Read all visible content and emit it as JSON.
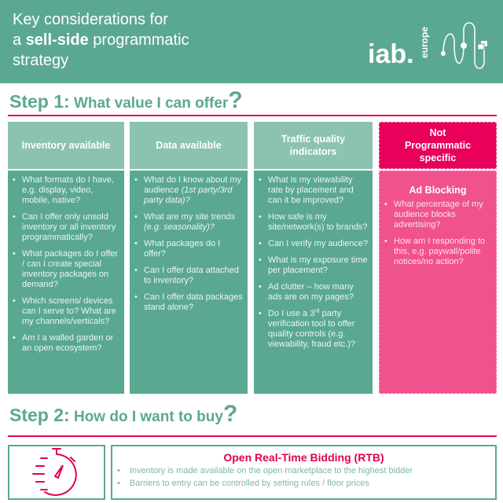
{
  "header": {
    "title_line1": "Key considerations for",
    "title_a": "a ",
    "title_bold": "sell-side",
    "title_rest": " programmatic",
    "title_line3": "strategy",
    "logo_text": "iab.",
    "logo_sub": "europe"
  },
  "step1": {
    "label": "Step 1:",
    "text": " What value I can offer",
    "q": "?"
  },
  "columns": [
    {
      "title": "Inventory available",
      "items": [
        [
          {
            "t": "What formats do I have, e.g. display, video, mobile, native?"
          }
        ],
        [
          {
            "t": "Can I offer only unsold inventory or all inventory programmatically?"
          }
        ],
        [
          {
            "t": "What packages do I offer / can I create special inventory packages on demand?"
          }
        ],
        [
          {
            "t": "Which screens/ devices can I serve to? What are my channels/verticals?"
          }
        ],
        [
          {
            "t": "Am I a walled garden or an open ecosystem?"
          }
        ]
      ]
    },
    {
      "title": "Data available",
      "items": [
        [
          {
            "t": "What do I know about my audience "
          },
          {
            "t": "(1st party/3rd party data)?",
            "em": true
          }
        ],
        [
          {
            "t": "What are my site trends "
          },
          {
            "t": "(e.g. seasonality)?",
            "em": true
          }
        ],
        [
          {
            "t": "What packages do I offer?"
          }
        ],
        [
          {
            "t": "Can I offer data attached to inventory?"
          }
        ],
        [
          {
            "t": "Can I offer data packages stand alone?"
          }
        ]
      ]
    },
    {
      "title": "Traffic quality indicators",
      "items": [
        [
          {
            "t": "What is my viewability rate by placement and can it be improved?"
          }
        ],
        [
          {
            "t": "How safe is my site/network(s) to brands?"
          }
        ],
        [
          {
            "t": "Can I verify my audience?"
          }
        ],
        [
          {
            "t": "What is my exposure time per placement?"
          }
        ],
        [
          {
            "t": "Ad clutter – how many ads are on my pages?"
          }
        ],
        [
          {
            "t": "Do I use a 3"
          },
          {
            "t": "rd",
            "sup": true
          },
          {
            "t": " party verification tool to offer quality controls (e.g. viewability, fraud etc.)?"
          }
        ]
      ]
    },
    {
      "title": "Not Programmatic specific",
      "subtitle": "Ad Blocking",
      "items": [
        [
          {
            "t": "What percentage of my audience blocks advertising?"
          }
        ],
        [
          {
            "t": "How am I responding to this, e.g. paywall/polite notices/no action?"
          }
        ]
      ]
    }
  ],
  "step2": {
    "label": "Step 2:",
    "text": " How do I want to buy",
    "q": "?"
  },
  "rtb": {
    "icon": "stopwatch-icon",
    "title": "Open Real-Time Bidding (RTB)",
    "items": [
      "Inventory is made available on the open marketplace to the highest bidder",
      "Barriers to entry can be controlled by setting rules / floor prices"
    ]
  },
  "colors": {
    "green": "#5ba892",
    "light_green": "#8cc2b0",
    "pink": "#e8005a",
    "pink_light": "#f0528e"
  }
}
